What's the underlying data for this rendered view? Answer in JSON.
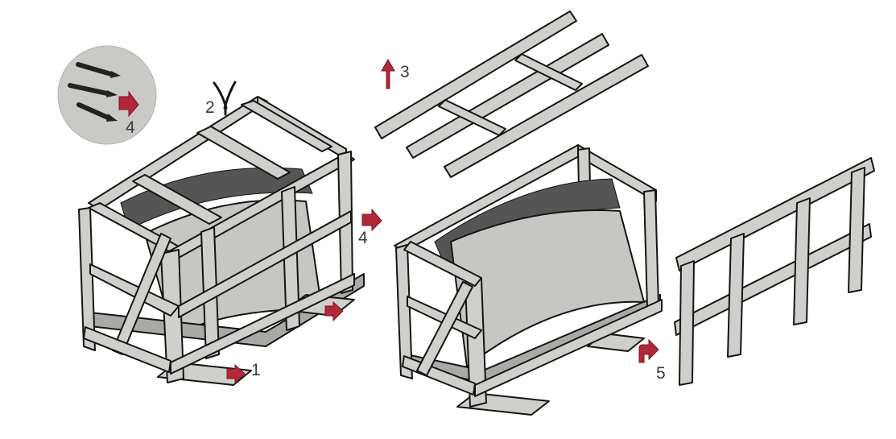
{
  "steps": [
    {
      "id": "step-1",
      "label": "1"
    },
    {
      "id": "step-2",
      "label": "2"
    },
    {
      "id": "step-3",
      "label": "3"
    },
    {
      "id": "step-4a",
      "label": "4"
    },
    {
      "id": "step-4b",
      "label": "4"
    },
    {
      "id": "step-5",
      "label": "5"
    }
  ],
  "icons": {
    "nails": "nails-icon",
    "pliers": "pliers-icon",
    "arrow": "red-arrow-icon"
  },
  "colors": {
    "arrow": "#b3273a",
    "wood": "#cfcfcc",
    "outline": "#151515",
    "inset_circle": "#c9c9c6"
  }
}
